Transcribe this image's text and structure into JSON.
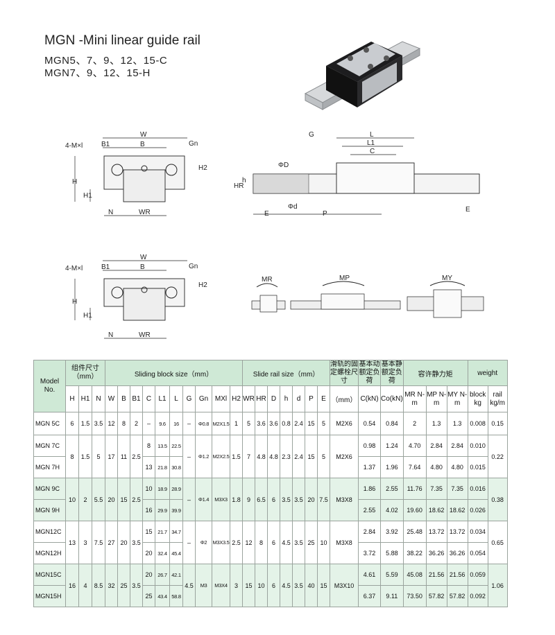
{
  "header": {
    "title": "MGN -Mini linear guide rail",
    "line1": "MGN5、7、9、12、15-C",
    "line2": "MGN7、9、12、15-H"
  },
  "colors": {
    "header_green": "#cfe9d6",
    "row_green": "#e4f3e8",
    "border": "#9aa39d"
  },
  "drawing_labels": {
    "top_left": {
      "W": "W",
      "B1": "B1",
      "B": "B",
      "Gn": "Gn",
      "H2": "H2",
      "holes": "4-M×l",
      "H": "H",
      "H1": "H1",
      "N": "N",
      "WR": "WR"
    },
    "side": {
      "G": "G",
      "L": "L",
      "L1": "L1",
      "C": "C",
      "D": "ΦD",
      "HR": "HR",
      "h": "h",
      "d": "Φd",
      "E": "E",
      "P": "P"
    },
    "moments": {
      "MR": "MR",
      "MP": "MP",
      "MY": "MY"
    }
  },
  "table": {
    "groups": {
      "model": "Model No.",
      "assembly": "组件尺寸（mm）",
      "block": "Sliding block size（mm）",
      "rail": "Slide rail size（mm）",
      "bolt": "滑轨的固定螺栓尺寸",
      "dyn": "基本动额定负荷",
      "stat": "基本静额定负荷",
      "moment": "容许静力矩",
      "weight": "weight"
    },
    "sub": {
      "H": "H",
      "H1": "H1",
      "N": "N",
      "W": "W",
      "B": "B",
      "B1": "B1",
      "C": "C",
      "L1": "L1",
      "L": "L",
      "G": "G",
      "Gn": "Gn",
      "MXl": "MXl",
      "H2": "H2",
      "WR": "WR",
      "HR": "HR",
      "D": "D",
      "h": "h",
      "d": "d",
      "P": "P",
      "E": "E",
      "mm": "（mm）",
      "Ckn": "C(kN)",
      "Cokn": "Co(kN)",
      "MR": "MR N-m",
      "MP": "MP N-m",
      "MY": "MY N-m",
      "block": "block kg",
      "rail": "rail kg/m"
    },
    "rows": [
      {
        "model": "MGN 5C",
        "H": "6",
        "H1": "1.5",
        "N": "3.5",
        "W": "12",
        "B": "8",
        "B1": "2",
        "C": "–",
        "L1": "9.6",
        "L": "16",
        "G": "–",
        "Gn": "Φ0.8",
        "MXl": "M2X1.5",
        "H2": "1",
        "WR": "5",
        "HR": "3.6",
        "D": "3.6",
        "h": "0.8",
        "d": "2.4",
        "P": "15",
        "E": "5",
        "bolt": "M2X6",
        "C_kN": "0.54",
        "Co_kN": "0.84",
        "MR": "2",
        "MP": "1.3",
        "MY": "1.3",
        "block": "0.008",
        "rail": "0.15"
      },
      {
        "model": "MGN 7C",
        "H": "8",
        "H1": "1.5",
        "N": "5",
        "W": "17",
        "B": "11",
        "B1": "2.5",
        "C": "8",
        "L1": "13.5",
        "L": "22.5",
        "G": "–",
        "Gn": "Φ1.2",
        "MXl": "M2X2.5",
        "H2": "1.5",
        "WR": "7",
        "HR": "4.8",
        "D": "4.8",
        "h": "2.3",
        "d": "2.4",
        "P": "15",
        "E": "5",
        "bolt": "M2X6",
        "C_kN": "0.98",
        "Co_kN": "1.24",
        "MR": "4.70",
        "MP": "2.84",
        "MY": "2.84",
        "block": "0.010",
        "rail": "0.22"
      },
      {
        "model": "MGN 7H",
        "C": "13",
        "L1": "21.8",
        "L": "30.8",
        "C_kN": "1.37",
        "Co_kN": "1.96",
        "MR": "7.64",
        "MP": "4.80",
        "MY": "4.80",
        "block": "0.015"
      },
      {
        "model": "MGN 9C",
        "H": "10",
        "H1": "2",
        "N": "5.5",
        "W": "20",
        "B": "15",
        "B1": "2.5",
        "C": "10",
        "L1": "18.9",
        "L": "28.9",
        "G": "–",
        "Gn": "Φ1.4",
        "MXl": "M3X3",
        "H2": "1.8",
        "WR": "9",
        "HR": "6.5",
        "D": "6",
        "h": "3.5",
        "d": "3.5",
        "P": "20",
        "E": "7.5",
        "bolt": "M3X8",
        "C_kN": "1.86",
        "Co_kN": "2.55",
        "MR": "11.76",
        "MP": "7.35",
        "MY": "7.35",
        "block": "0.016",
        "rail": "0.38"
      },
      {
        "model": "MGN 9H",
        "C": "16",
        "L1": "29.9",
        "L": "39.9",
        "C_kN": "2.55",
        "Co_kN": "4.02",
        "MR": "19.60",
        "MP": "18.62",
        "MY": "18.62",
        "block": "0.026"
      },
      {
        "model": "MGN12C",
        "H": "13",
        "H1": "3",
        "N": "7.5",
        "W": "27",
        "B": "20",
        "B1": "3.5",
        "C": "15",
        "L1": "21.7",
        "L": "34.7",
        "G": "–",
        "Gn": "Φ2",
        "MXl": "M3X3.5",
        "H2": "2.5",
        "WR": "12",
        "HR": "8",
        "D": "6",
        "h": "4.5",
        "d": "3.5",
        "P": "25",
        "E": "10",
        "bolt": "M3X8",
        "C_kN": "2.84",
        "Co_kN": "3.92",
        "MR": "25.48",
        "MP": "13.72",
        "MY": "13.72",
        "block": "0.034",
        "rail": "0.65"
      },
      {
        "model": "MGN12H",
        "C": "20",
        "L1": "32.4",
        "L": "45.4",
        "C_kN": "3.72",
        "Co_kN": "5.88",
        "MR": "38.22",
        "MP": "36.26",
        "MY": "36.26",
        "block": "0.054"
      },
      {
        "model": "MGN15C",
        "H": "16",
        "H1": "4",
        "N": "8.5",
        "W": "32",
        "B": "25",
        "B1": "3.5",
        "C": "20",
        "L1": "26.7",
        "L": "42.1",
        "G": "4.5",
        "Gn": "M3",
        "MXl": "M3X4",
        "H2": "3",
        "WR": "15",
        "HR": "10",
        "D": "6",
        "h": "4.5",
        "d": "3.5",
        "P": "40",
        "E": "15",
        "bolt": "M3X10",
        "C_kN": "4.61",
        "Co_kN": "5.59",
        "MR": "45.08",
        "MP": "21.56",
        "MY": "21.56",
        "block": "0.059",
        "rail": "1.06"
      },
      {
        "model": "MGN15H",
        "C": "25",
        "L1": "43.4",
        "L": "58.8",
        "C_kN": "6.37",
        "Co_kN": "9.11",
        "MR": "73.50",
        "MP": "57.82",
        "MY": "57.82",
        "block": "0.092"
      }
    ]
  }
}
